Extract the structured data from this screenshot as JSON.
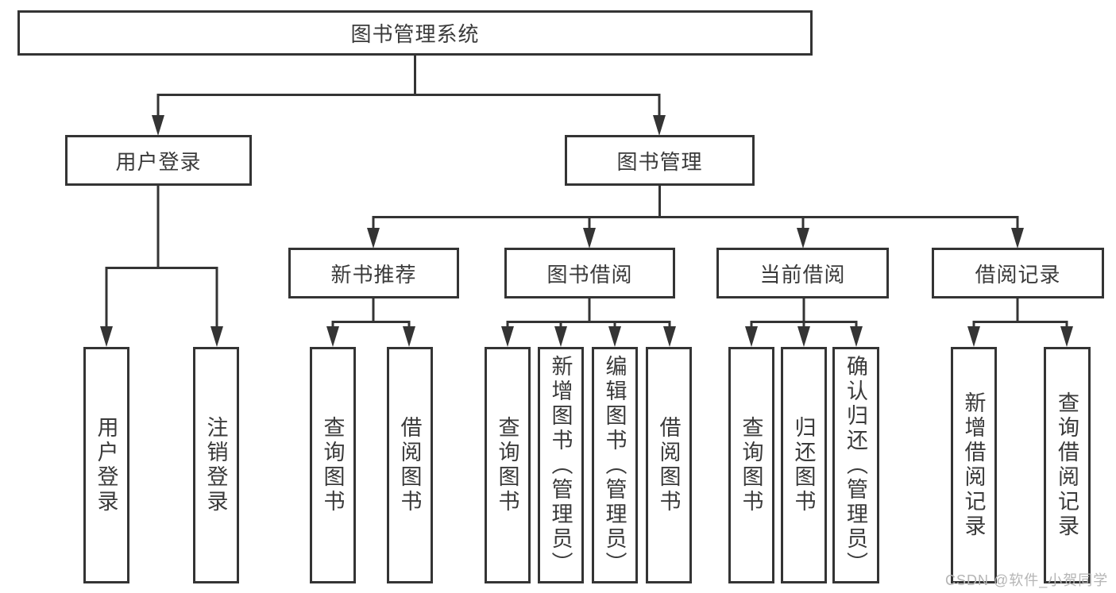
{
  "diagram": {
    "title": "图书管理系统",
    "level2": [
      {
        "label": "用户登录"
      },
      {
        "label": "图书管理"
      }
    ],
    "level3": [
      {
        "label": "新书推荐"
      },
      {
        "label": "图书借阅"
      },
      {
        "label": "当前借阅"
      },
      {
        "label": "借阅记录"
      }
    ],
    "leaves": {
      "login": [
        "用户登录",
        "注销登录"
      ],
      "recommend": [
        "查询图书",
        "借阅图书"
      ],
      "borrow": [
        "查询图书",
        "新增图书（管理员）",
        "编辑图书（管理员）",
        "借阅图书"
      ],
      "current": [
        "查询图书",
        "归还图书",
        "确认归还（管理员）"
      ],
      "records": [
        "新增借阅记录",
        "查询借阅记录"
      ]
    }
  },
  "colors": {
    "line": "#343434",
    "text": "#3a3a3a",
    "watermark": "#b5b5b5",
    "background": "#ffffff"
  },
  "watermark": "CSDN @软件_小贺同学"
}
